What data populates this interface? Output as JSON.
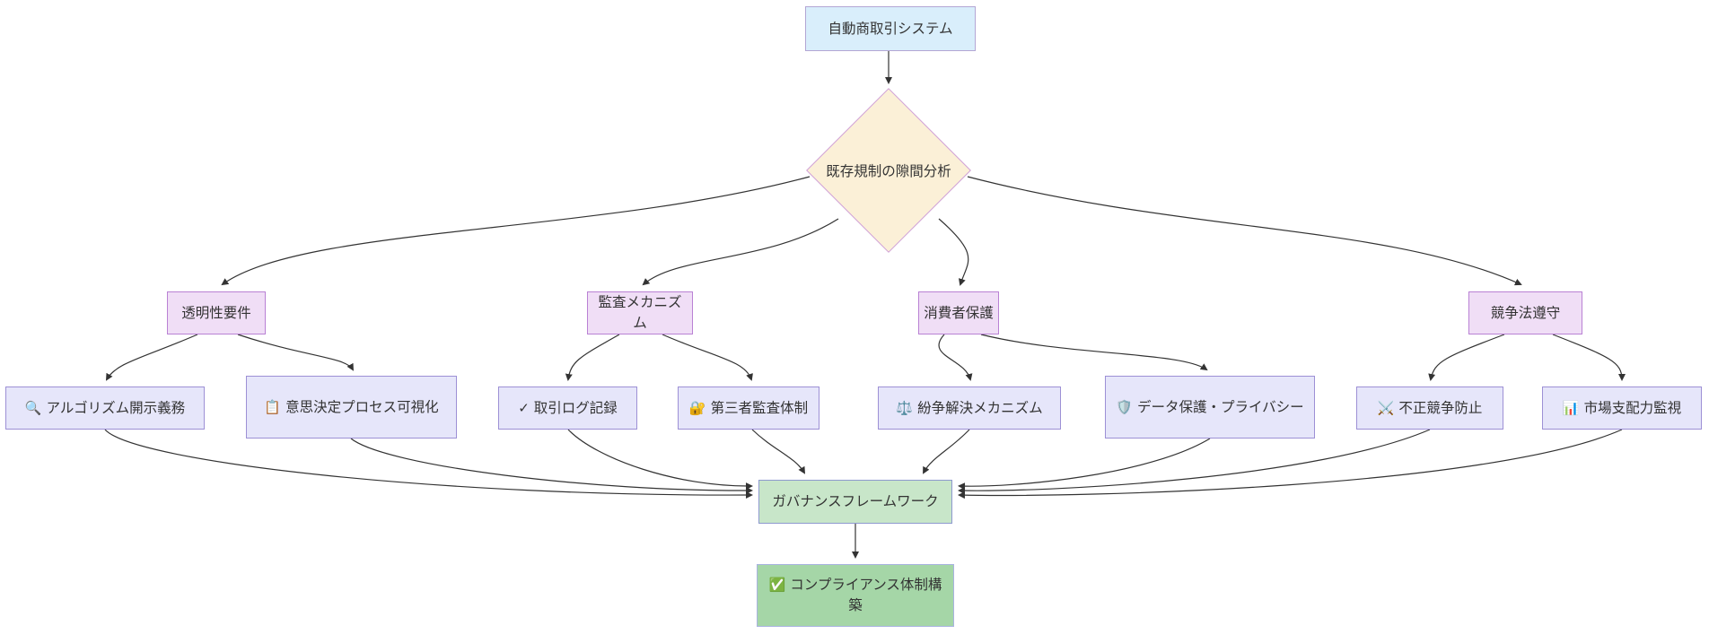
{
  "diagram": {
    "type": "flowchart",
    "background": "#ffffff",
    "edge_color": "#333333",
    "text_color": "#333333",
    "nodes": {
      "start": {
        "label": "自動商取引システム",
        "fill": "#d9eefb",
        "border": "#b3a6d4",
        "shape": "rect"
      },
      "gap_analysis": {
        "label": "既存規制の隙間分析",
        "fill": "#fbf0d7",
        "border": "#cf9fd8",
        "shape": "diamond"
      },
      "transparency": {
        "label": "透明性要件",
        "fill": "#f0def6",
        "border": "#b981d4",
        "shape": "rect"
      },
      "audit": {
        "label": "監査メカニズム",
        "fill": "#f0def6",
        "border": "#b981d4",
        "shape": "rect"
      },
      "consumer": {
        "label": "消費者保護",
        "fill": "#f0def6",
        "border": "#b981d4",
        "shape": "rect"
      },
      "competition": {
        "label": "競争法遵守",
        "fill": "#f0def6",
        "border": "#b981d4",
        "shape": "rect"
      },
      "algo_disclosure": {
        "icon": "🔍",
        "icon_name": "magnifier-icon",
        "label": "アルゴリズム開示義務",
        "fill": "#e6e6fa",
        "border": "#9d90d5",
        "shape": "rect"
      },
      "decision_visibility": {
        "icon": "📋",
        "icon_name": "clipboard-icon",
        "label": "意思決定プロセス可視化",
        "fill": "#e6e6fa",
        "border": "#9d90d5",
        "shape": "rect"
      },
      "transaction_log": {
        "icon": "✓",
        "icon_name": "checkmark-icon",
        "label": "取引ログ記録",
        "fill": "#e6e6fa",
        "border": "#9d90d5",
        "shape": "rect"
      },
      "third_party_audit": {
        "icon": "🔐",
        "icon_name": "lock-key-icon",
        "label": "第三者監査体制",
        "fill": "#e6e6fa",
        "border": "#9d90d5",
        "shape": "rect"
      },
      "dispute_resolution": {
        "icon": "⚖️",
        "icon_name": "scales-icon",
        "label": "紛争解決メカニズム",
        "fill": "#e6e6fa",
        "border": "#9d90d5",
        "shape": "rect"
      },
      "data_protection": {
        "icon": "🛡️",
        "icon_name": "shield-icon",
        "label": "データ保護・プライバシー",
        "fill": "#e6e6fa",
        "border": "#9d90d5",
        "shape": "rect"
      },
      "unfair_competition": {
        "icon": "⚔️",
        "icon_name": "crossed-swords-icon",
        "label": "不正競争防止",
        "fill": "#e6e6fa",
        "border": "#9d90d5",
        "shape": "rect"
      },
      "market_dominance": {
        "icon": "📊",
        "icon_name": "bar-chart-icon",
        "label": "市場支配力監視",
        "fill": "#e6e6fa",
        "border": "#9d90d5",
        "shape": "rect"
      },
      "governance": {
        "label": "ガバナンスフレームワーク",
        "fill": "#c8e6c9",
        "border": "#8e99cf",
        "shape": "rect"
      },
      "compliance": {
        "icon": "✅",
        "icon_name": "check-box-icon",
        "label": "コンプライアンス体制構築",
        "fill": "#a5d6a7",
        "border": "#a9b3e1",
        "shape": "rect"
      }
    },
    "edges": [
      "start -> gap_analysis",
      "gap_analysis -> transparency",
      "gap_analysis -> audit",
      "gap_analysis -> consumer",
      "gap_analysis -> competition",
      "transparency -> algo_disclosure",
      "transparency -> decision_visibility",
      "audit -> transaction_log",
      "audit -> third_party_audit",
      "consumer -> dispute_resolution",
      "consumer -> data_protection",
      "competition -> unfair_competition",
      "competition -> market_dominance",
      "algo_disclosure -> governance",
      "decision_visibility -> governance",
      "transaction_log -> governance",
      "third_party_audit -> governance",
      "dispute_resolution -> governance",
      "data_protection -> governance",
      "unfair_competition -> governance",
      "market_dominance -> governance",
      "governance -> compliance"
    ]
  }
}
